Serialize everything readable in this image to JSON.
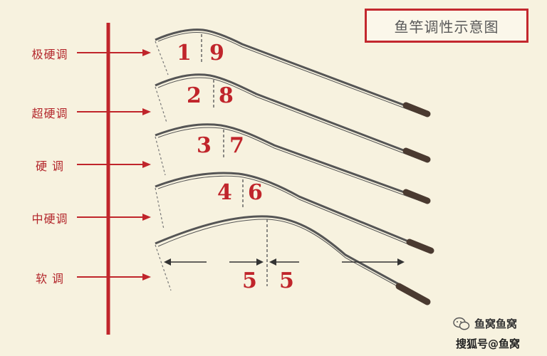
{
  "title": "鱼竿调性示意图",
  "rods": [
    {
      "label": "极硬调",
      "ratio": [
        "1",
        "9"
      ],
      "ratio_value": [
        1,
        9
      ]
    },
    {
      "label": "超硬调",
      "ratio": [
        "2",
        "8"
      ],
      "ratio_value": [
        2,
        8
      ]
    },
    {
      "label": "硬 调",
      "ratio": [
        "3",
        "7"
      ],
      "ratio_value": [
        3,
        7
      ]
    },
    {
      "label": "中硬调",
      "ratio": [
        "4",
        "6"
      ],
      "ratio_value": [
        4,
        6
      ]
    },
    {
      "label": "软 调",
      "ratio": [
        "5",
        "5"
      ],
      "ratio_value": [
        5,
        5
      ]
    }
  ],
  "watermark": {
    "name": "鱼窝鱼窝",
    "icon": "wechat-icon"
  },
  "footer": {
    "text": "搜狐号@鱼窝"
  },
  "colors": {
    "background": "#f7f2df",
    "accent_red": "#c0252b",
    "rod_line": "#555555",
    "handle": "#4a3a30"
  }
}
